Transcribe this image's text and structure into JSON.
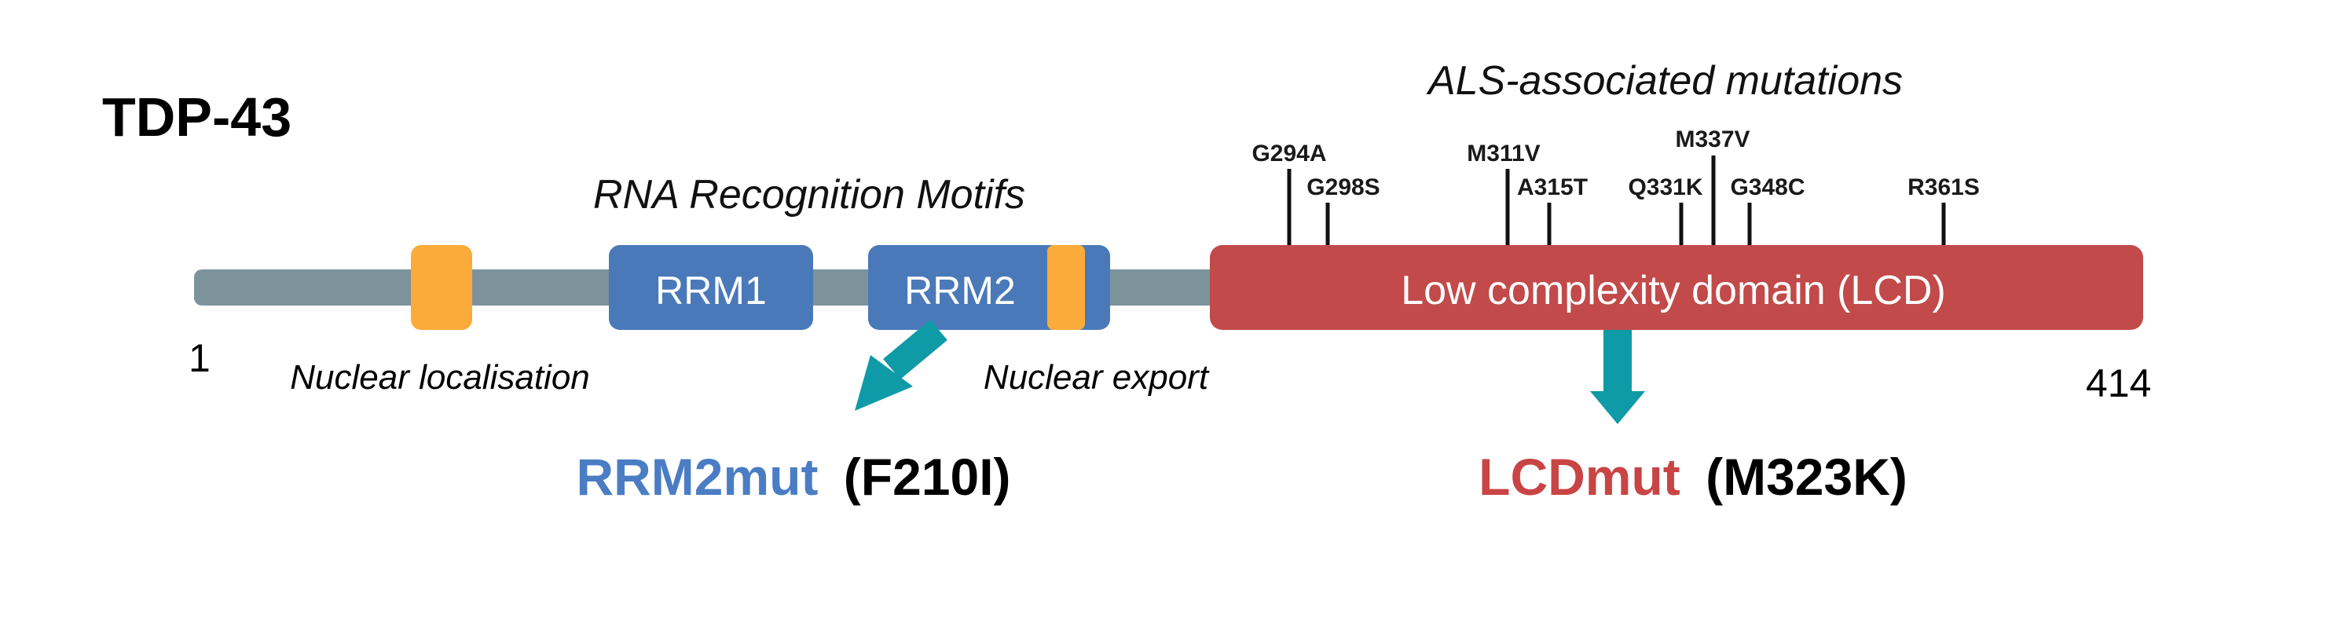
{
  "protein_name": "TDP-43",
  "start_residue": "1",
  "end_residue": "414",
  "domains": {
    "rrm1": "RRM1",
    "rrm2": "RRM2",
    "lcd": "Low complexity domain (LCD)"
  },
  "labels": {
    "rrm_group": "RNA Recognition Motifs",
    "nuclear_localisation": "Nuclear localisation",
    "nuclear_export": "Nuclear export",
    "als_mutations": "ALS-associated mutations"
  },
  "mutations": [
    "G294A",
    "G298S",
    "M311V",
    "A315T",
    "Q331K",
    "M337V",
    "G348C",
    "R361S"
  ],
  "constructs": {
    "rrm2mut_name": "RRM2mut",
    "rrm2mut_site": "(F210I)",
    "lcdmut_name": "LCDmut",
    "lcdmut_site": "(M323K)"
  },
  "colors": {
    "backbone": "#7d939c",
    "rrm": "#4a79b9",
    "signal": "#fbab3a",
    "lcd": "#c24a4a",
    "arrow": "#0f9aa7",
    "rrm2mut_text": "#4a7dc4",
    "lcdmut_text": "#c94444"
  }
}
